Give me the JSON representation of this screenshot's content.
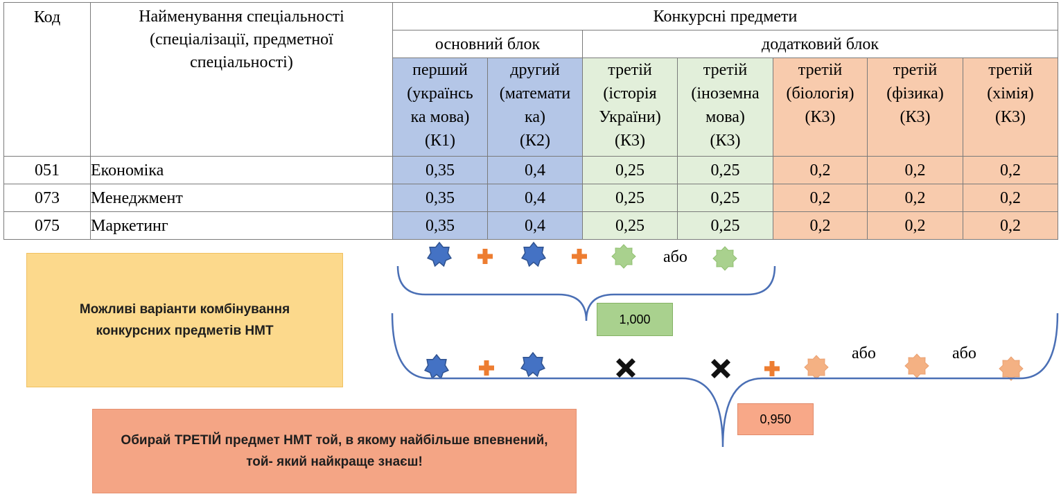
{
  "table": {
    "header": {
      "code": "Код",
      "name": "Найменування спеціальності (спеціалізації, предметної спеціальності)",
      "competitive": "Конкурсні предмети",
      "main_block": "основний блок",
      "extra_block": "додатковий блок",
      "subjects": [
        {
          "lines": [
            "перший",
            "(українсь",
            "ка мова)",
            "(К1)"
          ]
        },
        {
          "lines": [
            "другий",
            "(математи",
            "ка)",
            "(К2)"
          ]
        },
        {
          "lines": [
            "третій",
            "(історія",
            "України)",
            "(К3)"
          ]
        },
        {
          "lines": [
            "третій",
            "(іноземна",
            "мова)",
            "(К3)"
          ]
        },
        {
          "lines": [
            "третій",
            "(біологія)",
            "(К3)"
          ]
        },
        {
          "lines": [
            "третій",
            "(фізика)",
            "(К3)"
          ]
        },
        {
          "lines": [
            "третій",
            "(хімія)",
            "(К3)"
          ]
        }
      ]
    },
    "rows": [
      {
        "code": "051",
        "name": "Економіка",
        "values": [
          "0,35",
          "0,4",
          "0,25",
          "0,25",
          "0,2",
          "0,2",
          "0,2"
        ]
      },
      {
        "code": "073",
        "name": "Менеджмент",
        "values": [
          "0,35",
          "0,4",
          "0,25",
          "0,25",
          "0,2",
          "0,2",
          "0,2"
        ]
      },
      {
        "code": "075",
        "name": "Маркетинг",
        "values": [
          "0,35",
          "0,4",
          "0,25",
          "0,25",
          "0,2",
          "0,2",
          "0,2"
        ]
      }
    ]
  },
  "diagram": {
    "or_word": "або",
    "score_1": "1,000",
    "score_2": "0,950",
    "note_combinations": "Можливі варіанти комбінування конкурсних предметів НМТ",
    "note_choose": "Обирай ТРЕТІЙ предмет НМТ той, в якому найбільше впевнений, той- який найкраще знаєш!"
  },
  "colors": {
    "main_block": "#b4c6e7",
    "history_lang": "#e2efda",
    "sciences": "#f8cbad",
    "blue_star": "#4472c4",
    "green_star": "#a9d18e",
    "peach_star": "#f4b183",
    "plus": "#ed7d31",
    "brace": "#4a6fb5"
  }
}
